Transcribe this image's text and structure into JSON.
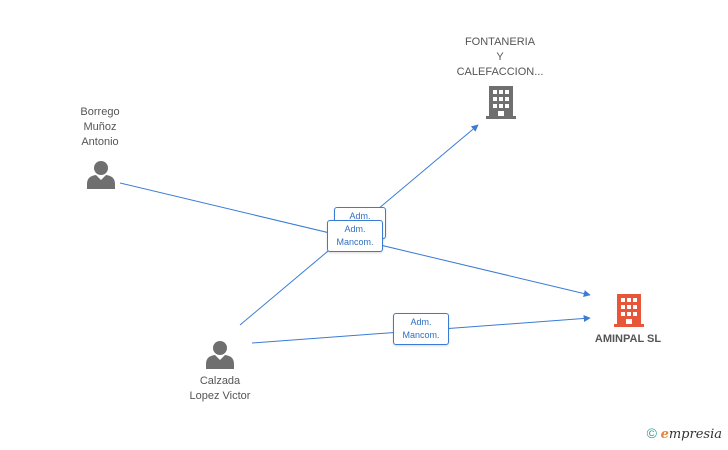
{
  "nodes": {
    "fontaneria": {
      "label": "FONTANERIA\nY\nCALEFACCION...",
      "icon": "building-icon",
      "color": "#6f6f6f"
    },
    "borrego": {
      "label": "Borrego\nMuñoz\nAntonio",
      "icon": "person-icon",
      "color": "#6f6f6f"
    },
    "calzada": {
      "label": "Calzada\nLopez Victor",
      "icon": "person-icon",
      "color": "#6f6f6f"
    },
    "aminpal": {
      "label": "AMINPAL  SL",
      "icon": "building-icon",
      "color": "#e8563a"
    }
  },
  "edges": [
    {
      "from": "calzada",
      "to": "fontaneria",
      "label": "Adm.\nMancom."
    },
    {
      "from": "borrego",
      "to": "aminpal",
      "label": "Adm.\nMancom."
    },
    {
      "from": "calzada",
      "to": "aminpal",
      "label": "Adm.\nMancom."
    }
  ],
  "colors": {
    "edge": "#3a7bd5",
    "accent": "#e8563a"
  },
  "brand": {
    "copyright_symbol": "©",
    "e_letter": "e",
    "rest": "mpresia"
  }
}
